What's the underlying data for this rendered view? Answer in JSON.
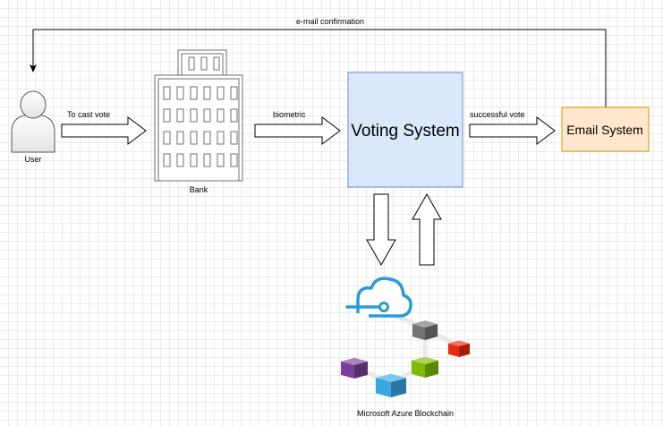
{
  "nodes": {
    "user": {
      "label": "User",
      "icon": "user-icon"
    },
    "bank": {
      "label": "Bank",
      "icon": "bank-building-icon"
    },
    "voting_system": {
      "label": "Voting System",
      "fill": "#dae8fc",
      "stroke": "#6c8ebf"
    },
    "email_system": {
      "label": "Email System",
      "fill": "#ffe6cc",
      "stroke": "#d79b00"
    },
    "blockchain": {
      "label": "Microsoft Azure Blockchain",
      "icon": "azure-blockchain-icon"
    }
  },
  "edges": {
    "user_to_bank": "To cast vote",
    "bank_to_voting": "biometric",
    "voting_to_email": "successful vote",
    "email_to_user": "e-mail confirmation"
  },
  "colors": {
    "azure_blue": "#2b9ad6",
    "cube_gray": "#737373",
    "cube_red": "#e8290e",
    "cube_green": "#7fba00",
    "cube_purple": "#7a3f9a",
    "cube_cyan": "#37a8e0"
  }
}
